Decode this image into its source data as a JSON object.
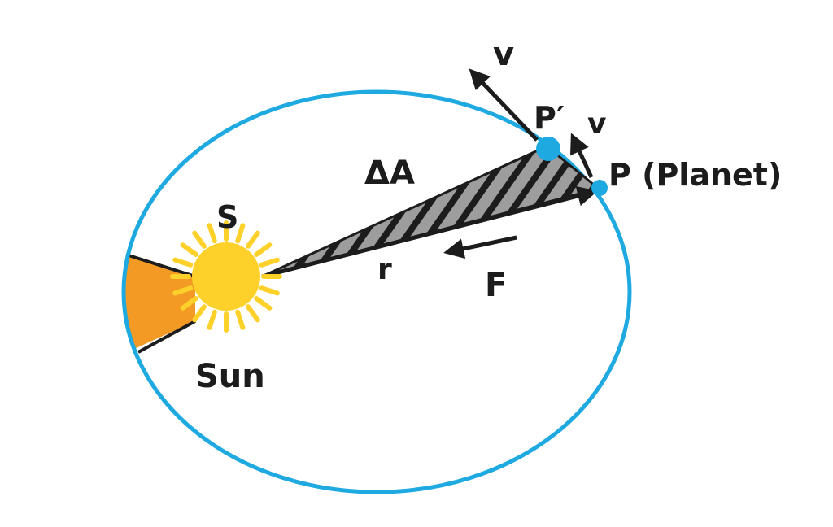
{
  "labels": {
    "area": "ΔA",
    "sun_letter": "S",
    "sun": "Sun",
    "radius": "r",
    "force": "F",
    "velocity_top": "v",
    "velocity_small": "v",
    "p_prime": "P′",
    "planet": "P (Planet)"
  },
  "colors": {
    "orbit": "#1fa9e1",
    "sun": "#fdd12a",
    "wedge": "#f39a25",
    "hatch_fill": "#9d9d9d",
    "ink": "#1c1c1c"
  }
}
